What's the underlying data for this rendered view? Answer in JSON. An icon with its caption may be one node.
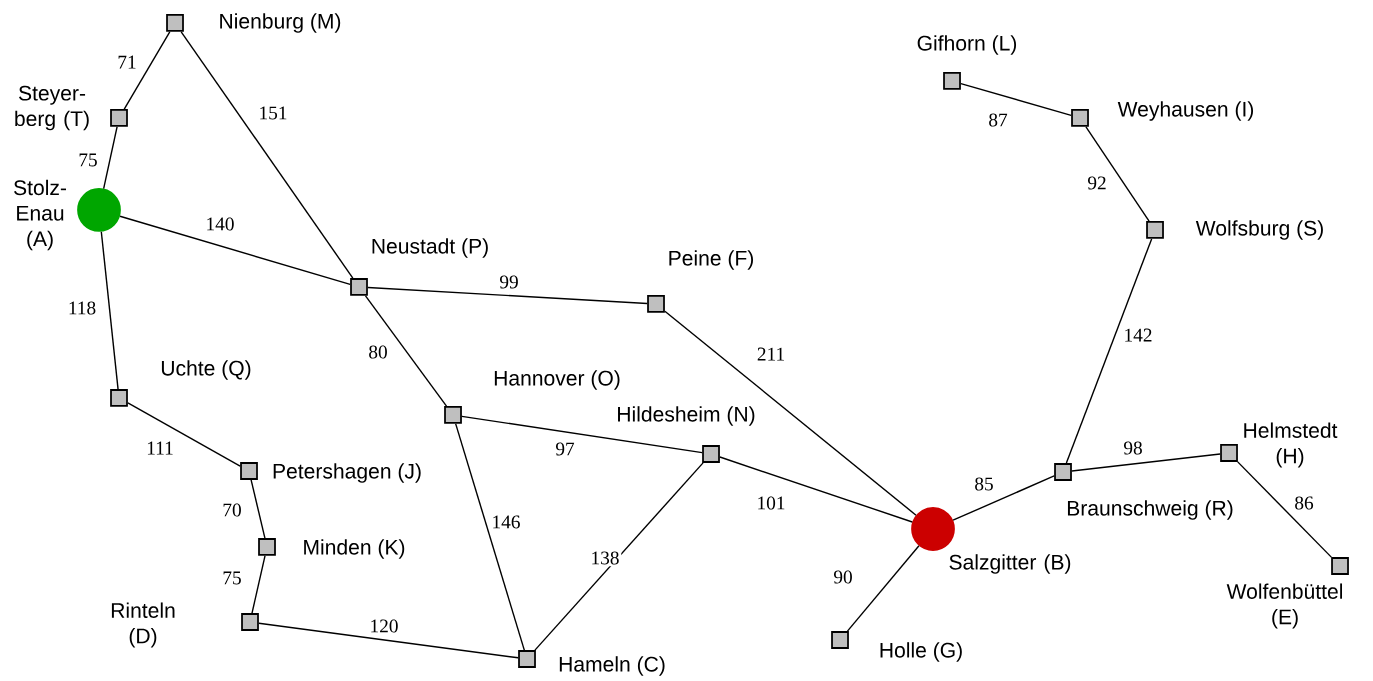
{
  "diagram": {
    "nodes": [
      {
        "text": [],
        "shape": "box",
        "beside": [
          "Nienburg (M)"
        ]
      },
      {
        "text": [],
        "shape": "box",
        "beside": [
          "Steyer- berg (T)"
        ]
      },
      {
        "text": [],
        "shape": "circle",
        "beside": [
          "Stolz- Enau (A)"
        ]
      },
      {
        "text": [],
        "shape": "box",
        "beside": [
          "Neustadt (P)"
        ]
      },
      {
        "text": [],
        "shape": "box",
        "beside": [
          "Uchte (Q)"
        ]
      },
      {
        "text": [],
        "shape": "box",
        "beside": [
          "Peine (F)"
        ]
      },
      {
        "text": [],
        "shape": "box",
        "beside": [
          "Hannover (O)"
        ]
      },
      {
        "text": [],
        "shape": "box",
        "beside": [
          "Hildesheim (N)"
        ]
      },
      {
        "text": [],
        "shape": "box",
        "beside": [
          "Petershagen (J)"
        ]
      },
      {
        "text": [],
        "shape": "box",
        "beside": [
          "Minden (K)"
        ]
      },
      {
        "text": [],
        "shape": "box",
        "beside": [
          "Rinteln (D)"
        ]
      },
      {
        "text": [],
        "shape": "box",
        "beside": [
          "Hameln (C)"
        ]
      },
      {
        "text": [],
        "shape": "circle",
        "beside": [
          "Salzgitter (B)"
        ]
      },
      {
        "text": [],
        "shape": "box",
        "beside": [
          "Holle (G)"
        ]
      },
      {
        "text": [],
        "shape": "box",
        "beside": [
          "Braunschweig (R)"
        ]
      },
      {
        "text": [],
        "shape": "box",
        "beside": [
          "Helmstedt (H)"
        ]
      },
      {
        "text": [],
        "shape": "box",
        "beside": [
          "Wolfenbüttel (E)"
        ]
      },
      {
        "text": [],
        "shape": "box",
        "beside": [
          "Gifhorn (L)"
        ]
      },
      {
        "text": [],
        "shape": "box",
        "beside": [
          "Weyhausen (I)"
        ]
      },
      {
        "text": [],
        "shape": "box",
        "beside": [
          "Wolfsburg (S)"
        ]
      }
    ],
    "edges": [
      {
        "from": 0,
        "to": 1,
        "arrow": "none",
        "label": "71"
      },
      {
        "from": 0,
        "to": 3,
        "arrow": "none",
        "label": "151"
      },
      {
        "from": 1,
        "to": 2,
        "arrow": "none",
        "label": "75"
      },
      {
        "from": 2,
        "to": 3,
        "arrow": "none",
        "label": "140"
      },
      {
        "from": 2,
        "to": 4,
        "arrow": "none",
        "label": "118"
      },
      {
        "from": 3,
        "to": 5,
        "arrow": "none",
        "label": "99"
      },
      {
        "from": 3,
        "to": 6,
        "arrow": "none",
        "label": "80"
      },
      {
        "from": 4,
        "to": 8,
        "arrow": "none",
        "label": "111"
      },
      {
        "from": 6,
        "to": 7,
        "arrow": "none",
        "label": "97"
      },
      {
        "from": 6,
        "to": 11,
        "arrow": "none",
        "label": "146"
      },
      {
        "from": 5,
        "to": 12,
        "arrow": "none",
        "label": "211"
      },
      {
        "from": 7,
        "to": 12,
        "arrow": "none",
        "label": "101"
      },
      {
        "from": 7,
        "to": 11,
        "arrow": "none",
        "label": "138"
      },
      {
        "from": 8,
        "to": 9,
        "arrow": "none",
        "label": "70"
      },
      {
        "from": 9,
        "to": 10,
        "arrow": "none",
        "label": "75"
      },
      {
        "from": 10,
        "to": 11,
        "arrow": "none",
        "label": "120"
      },
      {
        "from": 12,
        "to": 13,
        "arrow": "none",
        "label": "90"
      },
      {
        "from": 12,
        "to": 14,
        "arrow": "none",
        "label": "85"
      },
      {
        "from": 14,
        "to": 15,
        "arrow": "none",
        "label": "98"
      },
      {
        "from": 15,
        "to": 16,
        "arrow": "none",
        "label": "86"
      },
      {
        "from": 14,
        "to": 19,
        "arrow": "none",
        "label": "142"
      },
      {
        "from": 19,
        "to": 18,
        "arrow": "none",
        "label": "92"
      },
      {
        "from": 18,
        "to": 17,
        "arrow": "none",
        "label": "87"
      }
    ]
  }
}
